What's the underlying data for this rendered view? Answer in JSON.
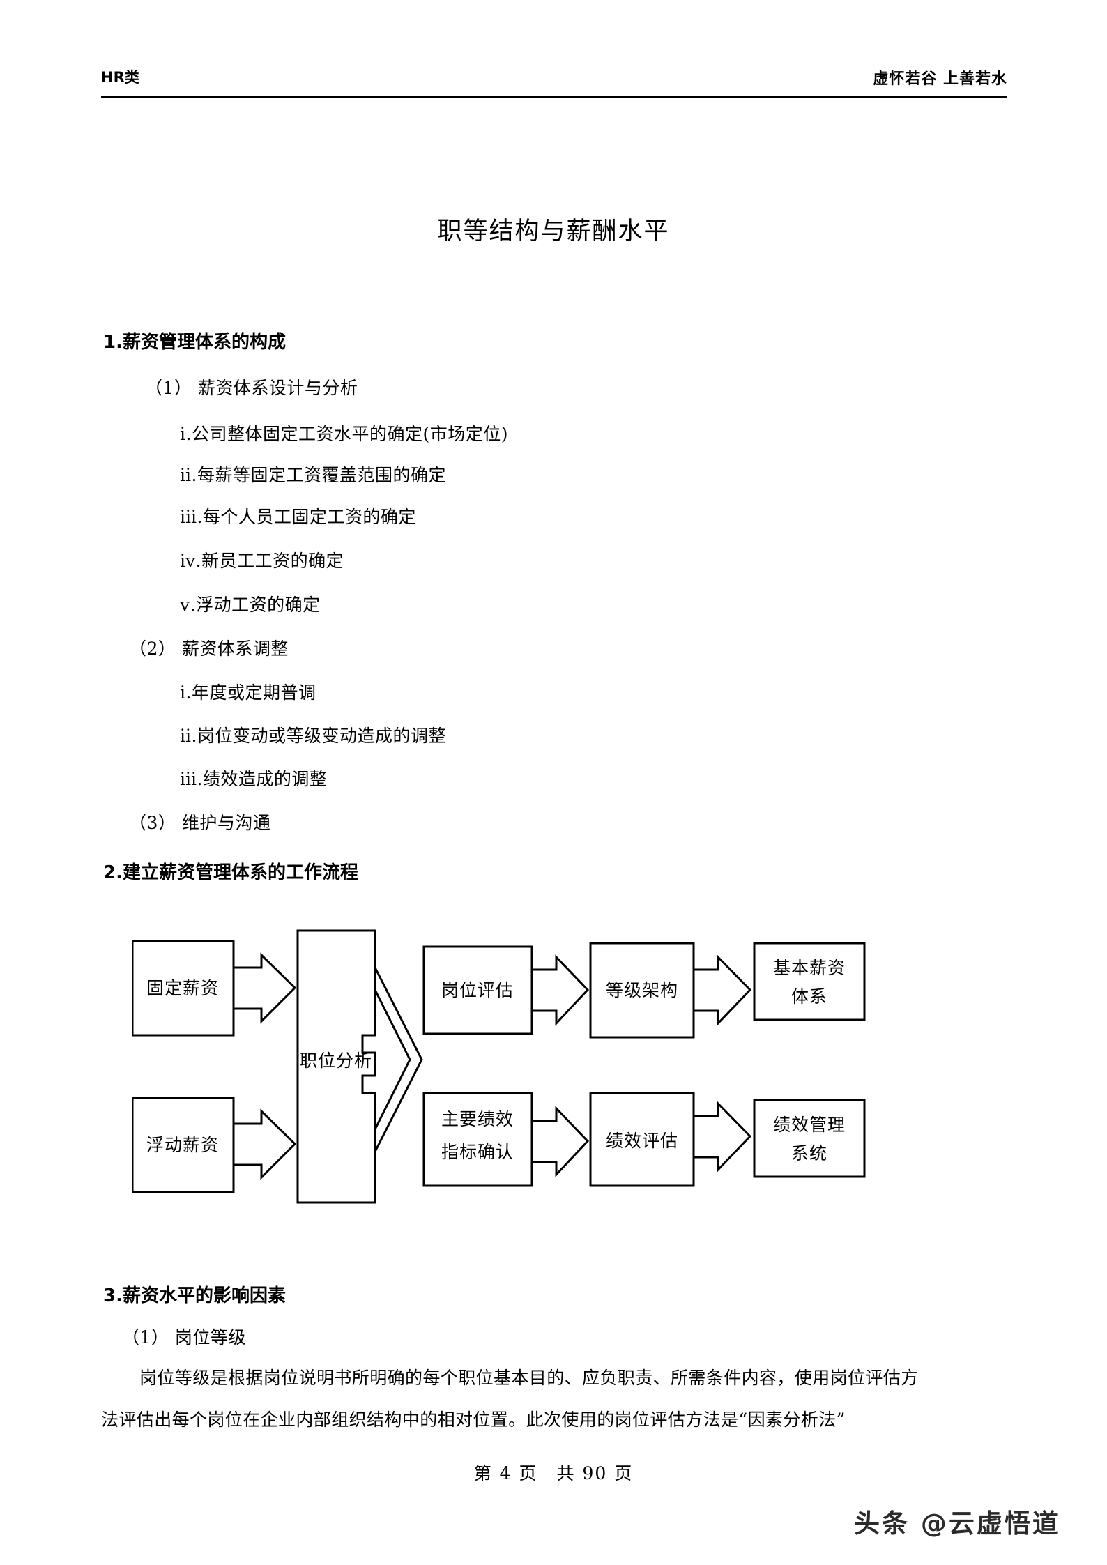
{
  "header": {
    "left": "HR类",
    "right": "虚怀若谷 上善若水"
  },
  "title": "职等结构与薪酬水平",
  "sections": [
    {
      "heading": "1.薪资管理体系的构成",
      "groups": [
        {
          "label": "（1） 薪资体系设计与分析",
          "items": [
            "ⅰ.公司整体固定工资水平的确定(市场定位)",
            "ⅱ.每薪等固定工资覆盖范围的确定",
            "ⅲ.每个人员工固定工资的确定",
            "ⅳ.新员工工资的确定",
            "ⅴ.浮动工资的确定"
          ]
        },
        {
          "label": "（2） 薪资体系调整",
          "items": [
            "ⅰ.年度或定期普调",
            "ⅱ.岗位变动或等级变动造成的调整",
            "ⅲ.绩效造成的调整"
          ]
        },
        {
          "label": "（3） 维护与沟通",
          "items": []
        }
      ]
    },
    {
      "heading": "2.建立薪资管理体系的工作流程",
      "groups": []
    },
    {
      "heading": "3.薪资水平的影响因素",
      "groups": [
        {
          "label": "（1） 岗位等级",
          "items": []
        }
      ]
    }
  ],
  "paragraph": {
    "line1": "岗位等级是根据岗位说明书所明确的每个职位基本目的、应负职责、所需条件内容，使用岗位评估方",
    "line2": "法评估出每个岗位在企业内部组织结构中的相对位置。此次使用的岗位评估方法是“因素分析法”"
  },
  "flowchart": {
    "nodes": {
      "fixed_pay": "固定薪资",
      "variable_pay": "浮动薪资",
      "job_analysis": "职位分析",
      "job_evaluation": "岗位评估",
      "grade_structure": "等级架构",
      "base_pay_system_l1": "基本薪资",
      "base_pay_system_l2": "体系",
      "kpi_confirm_l1": "主要绩效",
      "kpi_confirm_l2": "指标确认",
      "performance_evaluation": "绩效评估",
      "perf_mgmt_system_l1": "绩效管理",
      "perf_mgmt_system_l2": "系统"
    }
  },
  "footer": "第 4 页　共 90 页",
  "watermark": "头条 @云虚悟道"
}
